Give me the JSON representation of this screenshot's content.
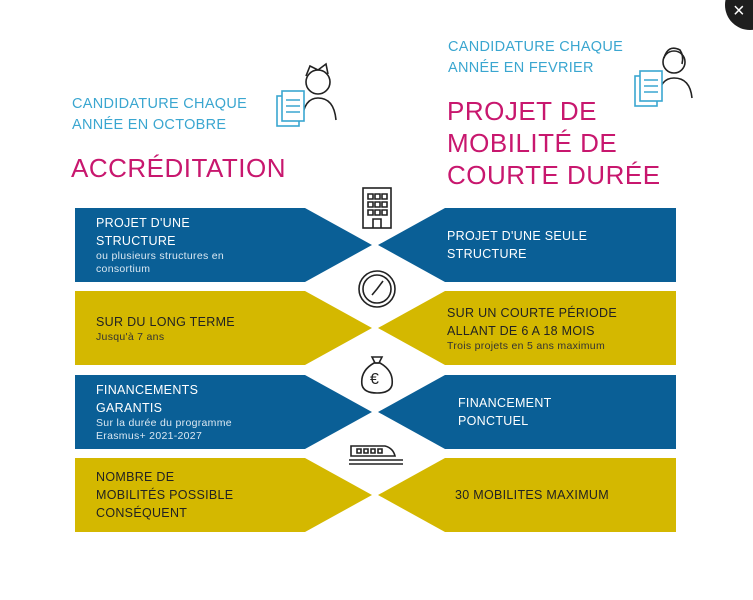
{
  "close_label": "×",
  "left": {
    "subtitle_lines": [
      "CANDIDATURE CHAQUE",
      "ANNÉE EN OCTOBRE"
    ],
    "title": "ACCRÉDITATION"
  },
  "right": {
    "subtitle_lines": [
      "CANDIDATURE CHAQUE",
      "ANNÉE EN FEVRIER"
    ],
    "title_lines": [
      "PROJET DE",
      "MOBILITÉ DE",
      "COURTE DURÉE"
    ]
  },
  "colors": {
    "blue": "#0a5f96",
    "yellow": "#d4b800",
    "pink": "#c8176e",
    "light_blue": "#3aa6d0"
  },
  "rows": [
    {
      "icon": "building-icon",
      "color": "blue",
      "left": {
        "main": "PROJET D'UNE STRUCTURE",
        "sub": "ou plusieurs structures en consortium"
      },
      "right": {
        "main": "PROJET D'UNE SEULE STRUCTURE",
        "sub": ""
      }
    },
    {
      "icon": "clock-icon",
      "color": "yellow",
      "left": {
        "main": "SUR DU LONG TERME",
        "sub": "Jusqu'à 7 ans"
      },
      "right": {
        "main": "SUR UN COURTE PÉRIODE ALLANT DE 6 A 18 MOIS",
        "sub": "Trois projets en 5 ans maximum"
      }
    },
    {
      "icon": "money-bag-euro-icon",
      "color": "blue",
      "left": {
        "main": "FINANCEMENTS GARANTIS",
        "sub": "Sur la durée du programme Erasmus+ 2021-2027"
      },
      "right": {
        "main": "FINANCEMENT PONCTUEL",
        "sub": ""
      }
    },
    {
      "icon": "train-icon",
      "color": "yellow",
      "left": {
        "main": "NOMBRE DE MOBILITÉS POSSIBLE CONSÉQUENT",
        "sub": ""
      },
      "right": {
        "main": "30 MOBILITES MAXIMUM",
        "sub": ""
      }
    }
  ]
}
